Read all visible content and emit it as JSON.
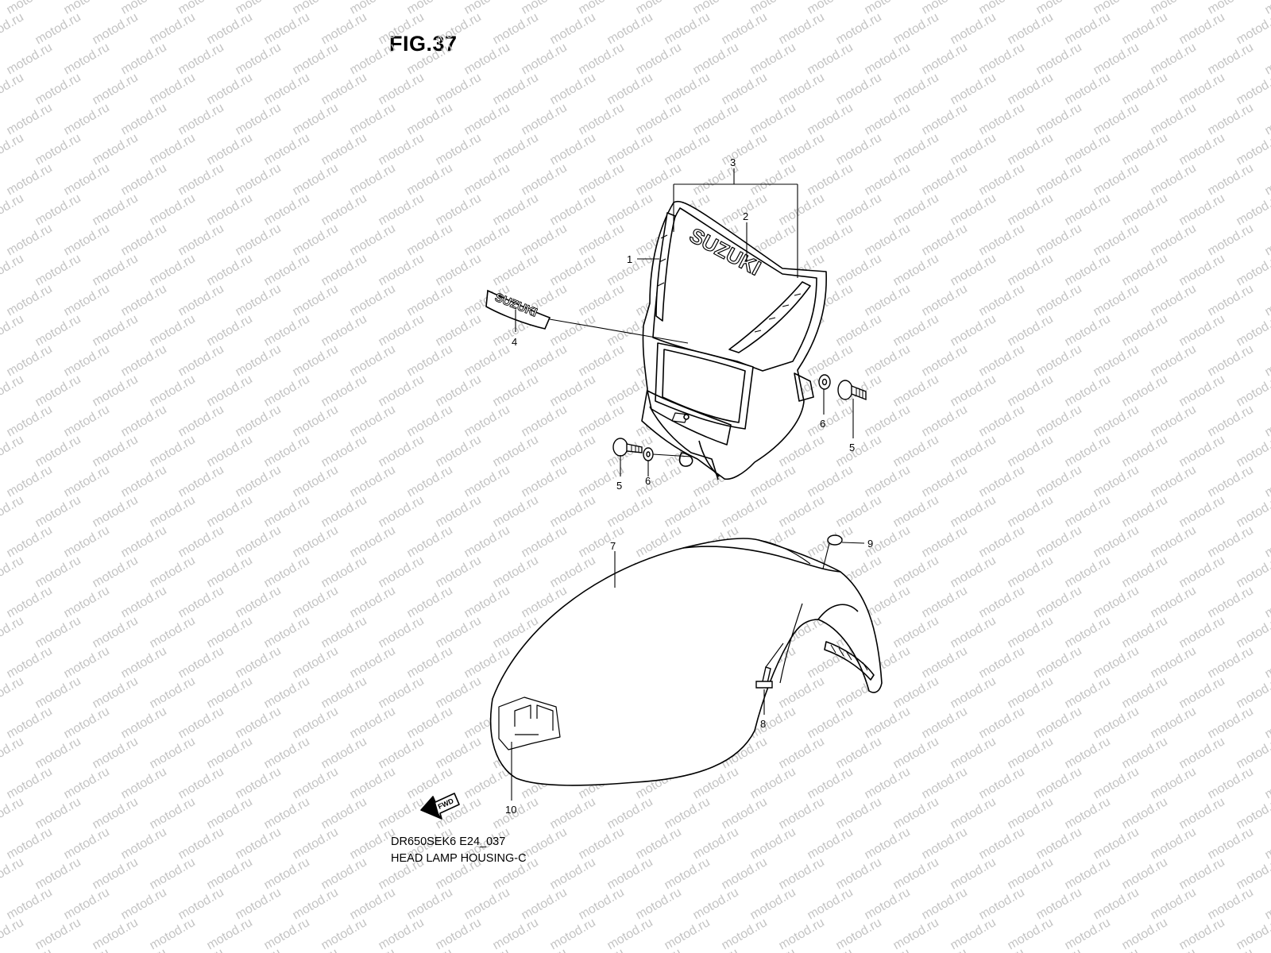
{
  "figure": {
    "title": "FIG.37",
    "model_code": "DR650SEK6 E24_037",
    "assembly_name": "HEAD LAMP HOUSING-C"
  },
  "watermark": {
    "text": "motod.ru",
    "color": "#c4c4c4"
  },
  "parts": {
    "housing_assembly": "3",
    "housing_body": "1",
    "housing_emblem": "2",
    "side_emblem": "4",
    "bolt_right": "5",
    "bolt_left": "5",
    "washer_right": "6",
    "washer_left": "6",
    "front_fender": "7",
    "fender_bolt": "8",
    "fender_nut": "9",
    "fender_emblem": "10"
  },
  "graphics": {
    "housing_logo": "SUZUKI",
    "side_emblem_logo": "SUZUKI",
    "direction_arrow": "FWD"
  }
}
